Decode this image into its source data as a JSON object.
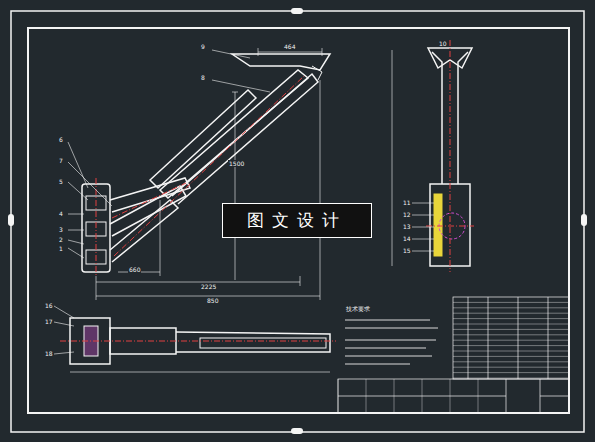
{
  "diagram": {
    "nodes": [
      {
        "text": [
          "图文设计"
        ]
      }
    ],
    "labels": [
      "9",
      "8",
      "6",
      "7",
      "5",
      "4",
      "3",
      "2",
      "1",
      "10",
      "11",
      "12",
      "13",
      "14",
      "15",
      "16",
      "17",
      "18",
      "464",
      "1500",
      "2225",
      "660",
      "850",
      "技术要求"
    ]
  }
}
